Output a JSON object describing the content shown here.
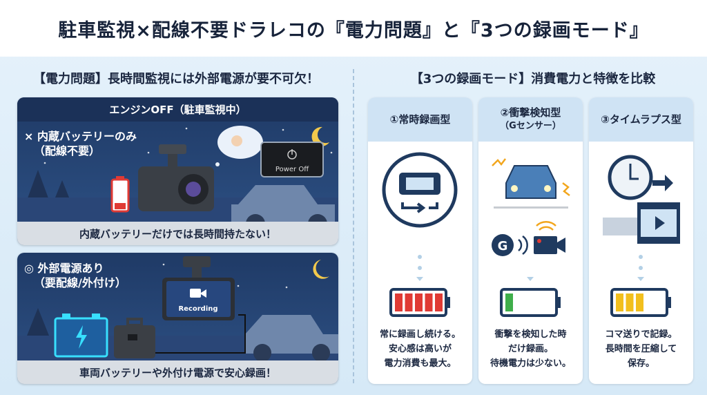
{
  "title": "駐車監視×配線不要ドラレコの『電力問題』と『3つの録画モード』",
  "left": {
    "heading": "【電力問題】長時間監視には外部電源が要不可欠！",
    "panel1": {
      "band": "エンジンOFF（駐車監視中）",
      "label_line1": "× 内蔵バッテリーのみ",
      "label_line2": "（配線不要）",
      "screen_text": "Power Off",
      "strip": "内蔵バッテリーだけでは長時間持たない！",
      "battery_level": 0.15
    },
    "panel2": {
      "label_line1": "◎ 外部電源あり",
      "label_line2": "（要配線/外付け）",
      "screen_text": "Recording",
      "strip": "車両バッテリーや外付け電源で安心録画！"
    }
  },
  "right": {
    "heading": "【3つの録画モード】消費電力と特徴を比較",
    "modes": [
      {
        "title": "①常時録画型",
        "subtitle": "",
        "desc": [
          "常に録画し続ける。",
          "安心感は高いが",
          "電力消費も最大。"
        ],
        "battery_bars": 5,
        "battery_color": "#e03a34"
      },
      {
        "title": "②衝撃検知型",
        "subtitle": "（Gセンサー）",
        "desc": [
          "衝撃を検知した時",
          "だけ録画。",
          "待機電力は少ない。"
        ],
        "battery_bars": 1,
        "battery_color": "#3fae4a"
      },
      {
        "title": "③タイムラプス型",
        "subtitle": "",
        "desc": [
          "コマ送りで記録。",
          "長時間を圧縮して",
          "保存。"
        ],
        "battery_bars": 3,
        "battery_color": "#f2bf1d"
      }
    ],
    "g_label": "G"
  }
}
